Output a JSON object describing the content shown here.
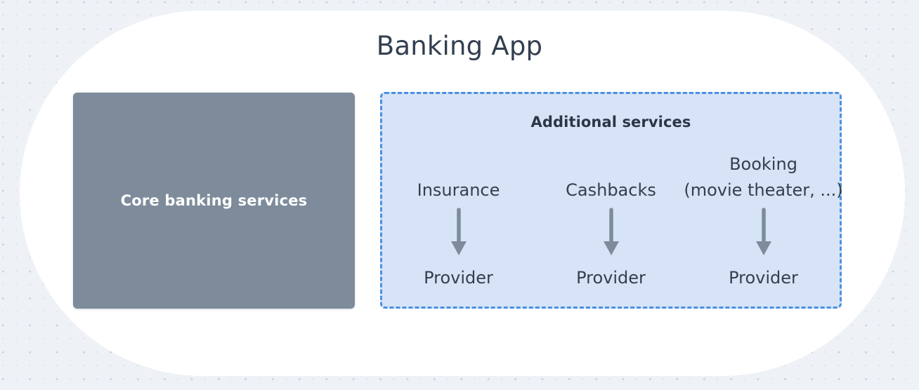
{
  "background": {
    "page_color": "#eef1f5",
    "dot_color": "#c8d1de",
    "stage_color": "#ffffff"
  },
  "header": {
    "title": "Banking App",
    "title_color": "#323f4f"
  },
  "core": {
    "label": "Core banking services",
    "box_color": "#7d8b9b",
    "text_color": "#ffffff"
  },
  "additional_services": {
    "heading": "Additional services",
    "panel_fill": "#d7e4f7",
    "panel_border_color": "#4a90e2",
    "arrow_color": "#7d8b9b",
    "columns": [
      {
        "service_lines": [
          "Insurance"
        ],
        "arrow": "down-arrow",
        "provider": "Provider"
      },
      {
        "service_lines": [
          "Cashbacks"
        ],
        "arrow": "down-arrow",
        "provider": "Provider"
      },
      {
        "service_lines": [
          "Booking",
          "(movie theater, ...)"
        ],
        "arrow": "down-arrow",
        "provider": "Provider"
      }
    ]
  }
}
